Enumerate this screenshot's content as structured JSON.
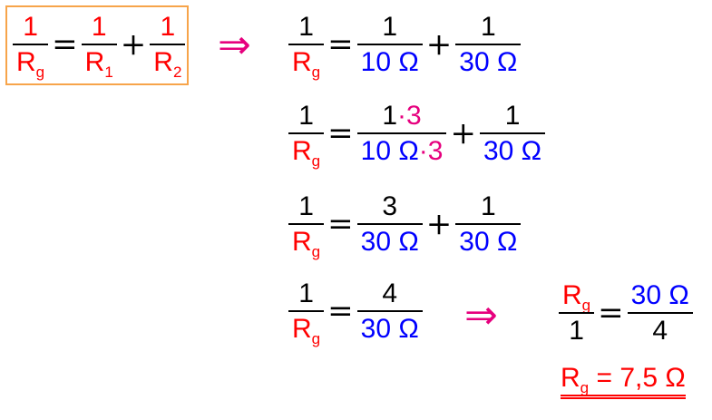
{
  "formula": {
    "one": "1",
    "rg": "R",
    "g": "g",
    "r1": "R",
    "one_sub": "1",
    "r2": "R",
    "two_sub": "2",
    "eq": "=",
    "plus": "+"
  },
  "arrows": {
    "implies": "⇒"
  },
  "steps": {
    "s1": {
      "a": "1",
      "b": "10 Ω",
      "c": "1",
      "d": "30 Ω"
    },
    "s2": {
      "a1": "1",
      "a2": "·3",
      "b1": "10 Ω",
      "b2": "·3",
      "c": "1",
      "d": "30 Ω"
    },
    "s3": {
      "a": "3",
      "b": "30 Ω",
      "c": "1",
      "d": "30 Ω"
    },
    "s4": {
      "a": "4",
      "b": "30 Ω"
    }
  },
  "result": {
    "num": "30 Ω",
    "den_left": "1",
    "den_right": "4",
    "final": "= 7,5 Ω"
  },
  "colors": {
    "red": "#ff0000",
    "blue": "#0000ff",
    "magenta": "#e6007e",
    "box": "#f7a44a"
  }
}
